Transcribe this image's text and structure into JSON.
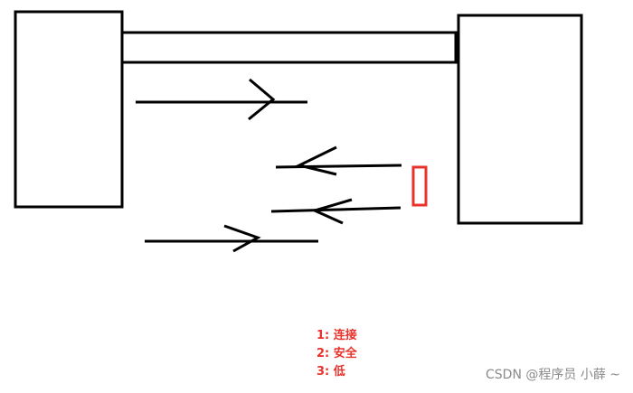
{
  "legend": {
    "items": [
      {
        "number": "1:",
        "text": "连接"
      },
      {
        "number": "2:",
        "text": "安全"
      },
      {
        "number": "3:",
        "text": "低"
      }
    ]
  },
  "watermark": {
    "text": "CSDN @程序员 小薛 ~"
  },
  "colors": {
    "stroke": "#000000",
    "highlight": "#e8322b",
    "watermark": "#8a8a8a"
  }
}
